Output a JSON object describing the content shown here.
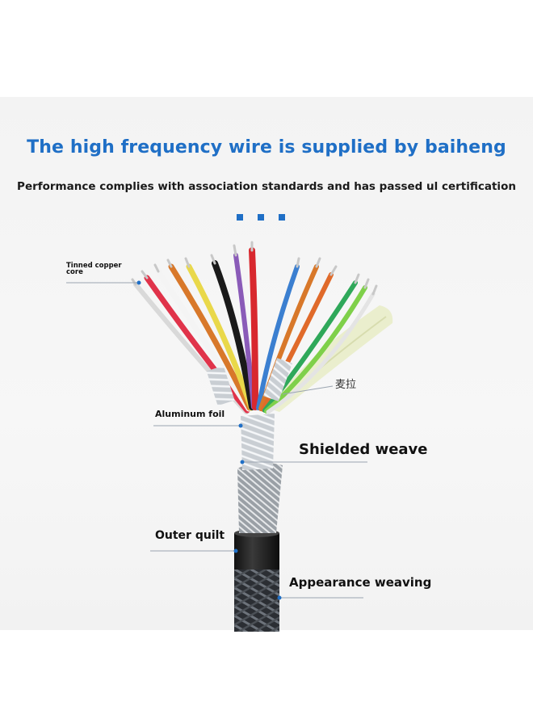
{
  "header": {
    "title": "The high frequency wire is supplied by baiheng",
    "subtitle": "Performance complies with association standards and has passed ul certification"
  },
  "labels": {
    "tinned_copper_core": "Tinned copper core",
    "aluminum_foil": "Aluminum foil",
    "shielded_weave": "Shielded weave",
    "outer_quilt": "Outer quilt",
    "appearance_weaving": "Appearance weaving",
    "mala": "麦拉"
  },
  "colors": {
    "accent": "#1f6fc6",
    "wires": [
      "#d9d9d9",
      "#e0334a",
      "#f4f4f4",
      "#d8782a",
      "#e9d84a",
      "#1a1a1a",
      "#8a5bb8",
      "#d8282e",
      "#3b7fd0",
      "#d8782a",
      "#e06a2a",
      "#2fa85a",
      "#7fd04a",
      "#d9d9d9"
    ]
  }
}
